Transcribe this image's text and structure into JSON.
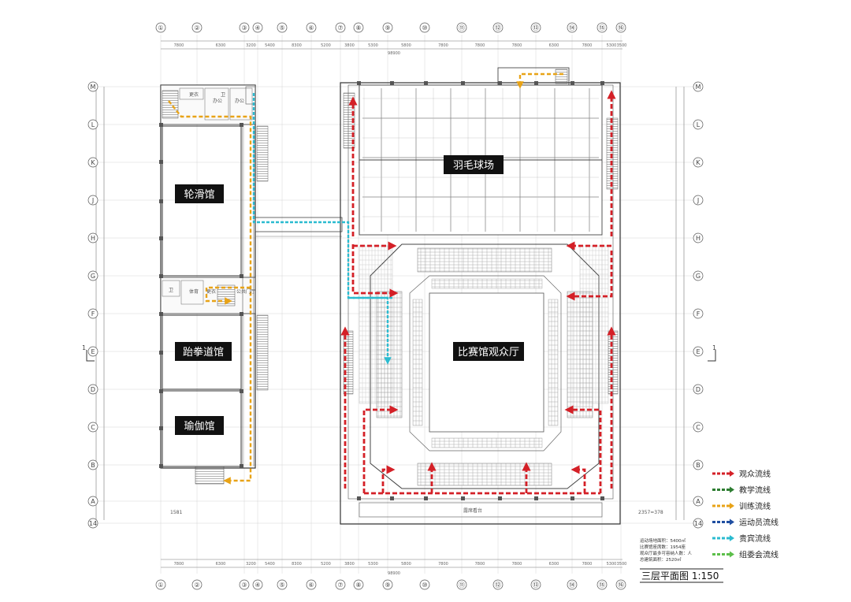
{
  "rooms": {
    "skating": "轮滑馆",
    "taekwondo": "跆拳道馆",
    "yoga": "瑜伽馆",
    "badminton": "羽毛球场",
    "arena": "比赛馆观众厅"
  },
  "grid": {
    "columns": [
      "①",
      "②",
      "③",
      "④",
      "⑤",
      "⑥",
      "⑦",
      "⑧",
      "⑨",
      "⑩",
      "⑪",
      "⑫",
      "⑬",
      "⑭",
      "⑮",
      "⑯"
    ],
    "rows": [
      "M",
      "L",
      "K",
      "J",
      "H",
      "G",
      "F",
      "E",
      "D",
      "C",
      "B",
      "A",
      "14"
    ],
    "top_dims": [
      "7800",
      "6300",
      "3200",
      "5400",
      "8300",
      "5200",
      "3800",
      "5300",
      "5800",
      "7800",
      "7800",
      "7800",
      "6300",
      "7800",
      "5300",
      "3500"
    ],
    "total_dim": "98900"
  },
  "notes": {
    "left_area": "1581",
    "right_area": "2357=378",
    "bottom_stand": "露席看台",
    "section_mark": "1",
    "small_labels": [
      "办公",
      "办公",
      "更衣",
      "更衣",
      "卫",
      "卫",
      "体育",
      "公共门厅"
    ]
  },
  "stats": [
    "运动场地面积：5400㎡",
    "比赛馆座席数：1954座",
    "观众厅最多可容纳人数：人",
    "总建筑面积：2520㎡"
  ],
  "legend": [
    {
      "label": "观众流线",
      "color": "#d42027"
    },
    {
      "label": "教学流线",
      "color": "#2e7d32"
    },
    {
      "label": "训练流线",
      "color": "#e8a317"
    },
    {
      "label": "运动员流线",
      "color": "#1f4ea1"
    },
    {
      "label": "贵宾流线",
      "color": "#2bbbd0"
    },
    {
      "label": "组委会流线",
      "color": "#5cbf4a"
    }
  ],
  "title": "三层平面图 1:150"
}
